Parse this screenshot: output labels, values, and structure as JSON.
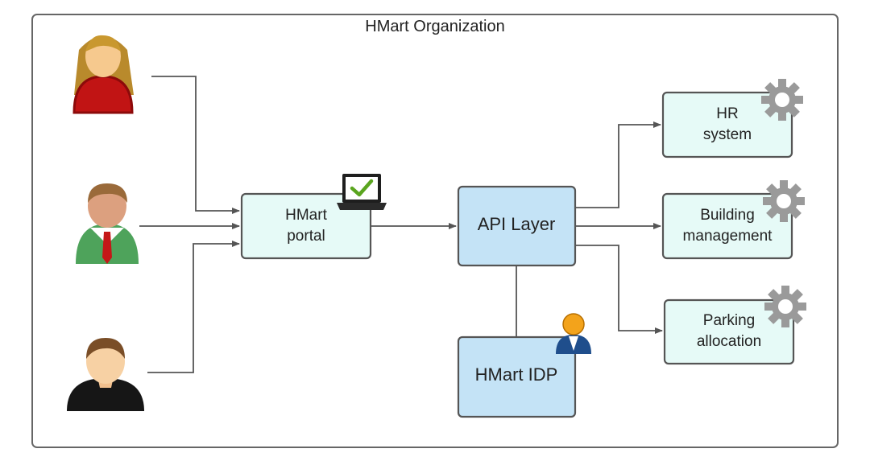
{
  "diagram": {
    "title": "HMart Organization",
    "portal": {
      "line1": "HMart",
      "line2": "portal"
    },
    "api": {
      "label": "API Layer"
    },
    "idp": {
      "label": "HMart IDP"
    },
    "hr": {
      "line1": "HR",
      "line2": "system"
    },
    "building": {
      "line1": "Building",
      "line2": "management"
    },
    "parking": {
      "line1": "Parking",
      "line2": "allocation"
    }
  },
  "colors": {
    "frame": "#666666",
    "light_box_fill": "#e6faf7",
    "blue_box_fill": "#c4e3f6",
    "box_stroke": "#555555",
    "gear": "#9a9a9a",
    "check": "#5aa51f"
  },
  "icons": {
    "user_female": "user-female-icon",
    "user_male_tie": "user-male-tie-icon",
    "user_male": "user-male-icon",
    "laptop_check": "laptop-check-icon",
    "identity_user": "identity-user-icon",
    "gear": "gear-icon"
  }
}
